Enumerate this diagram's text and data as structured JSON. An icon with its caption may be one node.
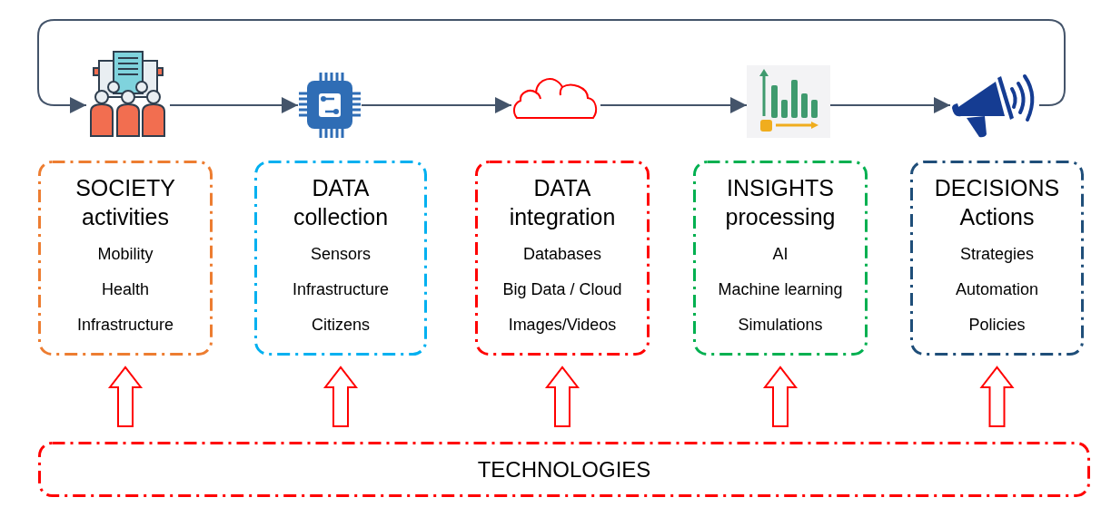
{
  "diagram": {
    "nodes": [
      {
        "text": [],
        "shape": "picture"
      },
      {
        "text": [],
        "shape": "picture"
      },
      {
        "text": [],
        "shape": "picture"
      },
      {
        "text": [],
        "shape": "picture"
      },
      {
        "text": [],
        "shape": "picture"
      },
      {
        "text": [
          "SOCIETY activities",
          "Mobility",
          "Health",
          "Infrastructure"
        ]
      },
      {
        "text": [
          "DATA collection",
          "Sensors",
          "Infrastructure",
          "Citizens"
        ]
      },
      {
        "text": [
          "DATA integration",
          "Databases",
          "Big Data / Cloud",
          "Images/Videos"
        ]
      },
      {
        "text": [
          "INSIGHTS processing",
          "AI",
          "Machine learning",
          "Simulations"
        ]
      },
      {
        "text": [
          "DECISIONS Actions",
          "Strategies",
          "Automation",
          "Policies"
        ]
      },
      {
        "text": [
          "TECHNOLOGIES"
        ]
      }
    ],
    "edges": [
      {
        "from": 0,
        "to": 1,
        "arrow": "to"
      },
      {
        "from": 1,
        "to": 2,
        "arrow": "to"
      },
      {
        "from": 2,
        "to": 3,
        "arrow": "to"
      },
      {
        "from": 3,
        "to": 4,
        "arrow": "to"
      },
      {
        "from": 4,
        "to": 0,
        "arrow": "to"
      },
      {
        "from": 10,
        "to": 5,
        "arrow": "to",
        "style": "thick",
        "color": "#ff0000"
      },
      {
        "from": 10,
        "to": 6,
        "arrow": "to",
        "style": "thick",
        "color": "#ff0000"
      },
      {
        "from": 10,
        "to": 7,
        "arrow": "to",
        "style": "thick",
        "color": "#ff0000"
      },
      {
        "from": 10,
        "to": 8,
        "arrow": "to",
        "style": "thick",
        "color": "#ff0000"
      },
      {
        "from": 10,
        "to": 9,
        "arrow": "to",
        "style": "thick",
        "color": "#ff0000"
      }
    ]
  }
}
